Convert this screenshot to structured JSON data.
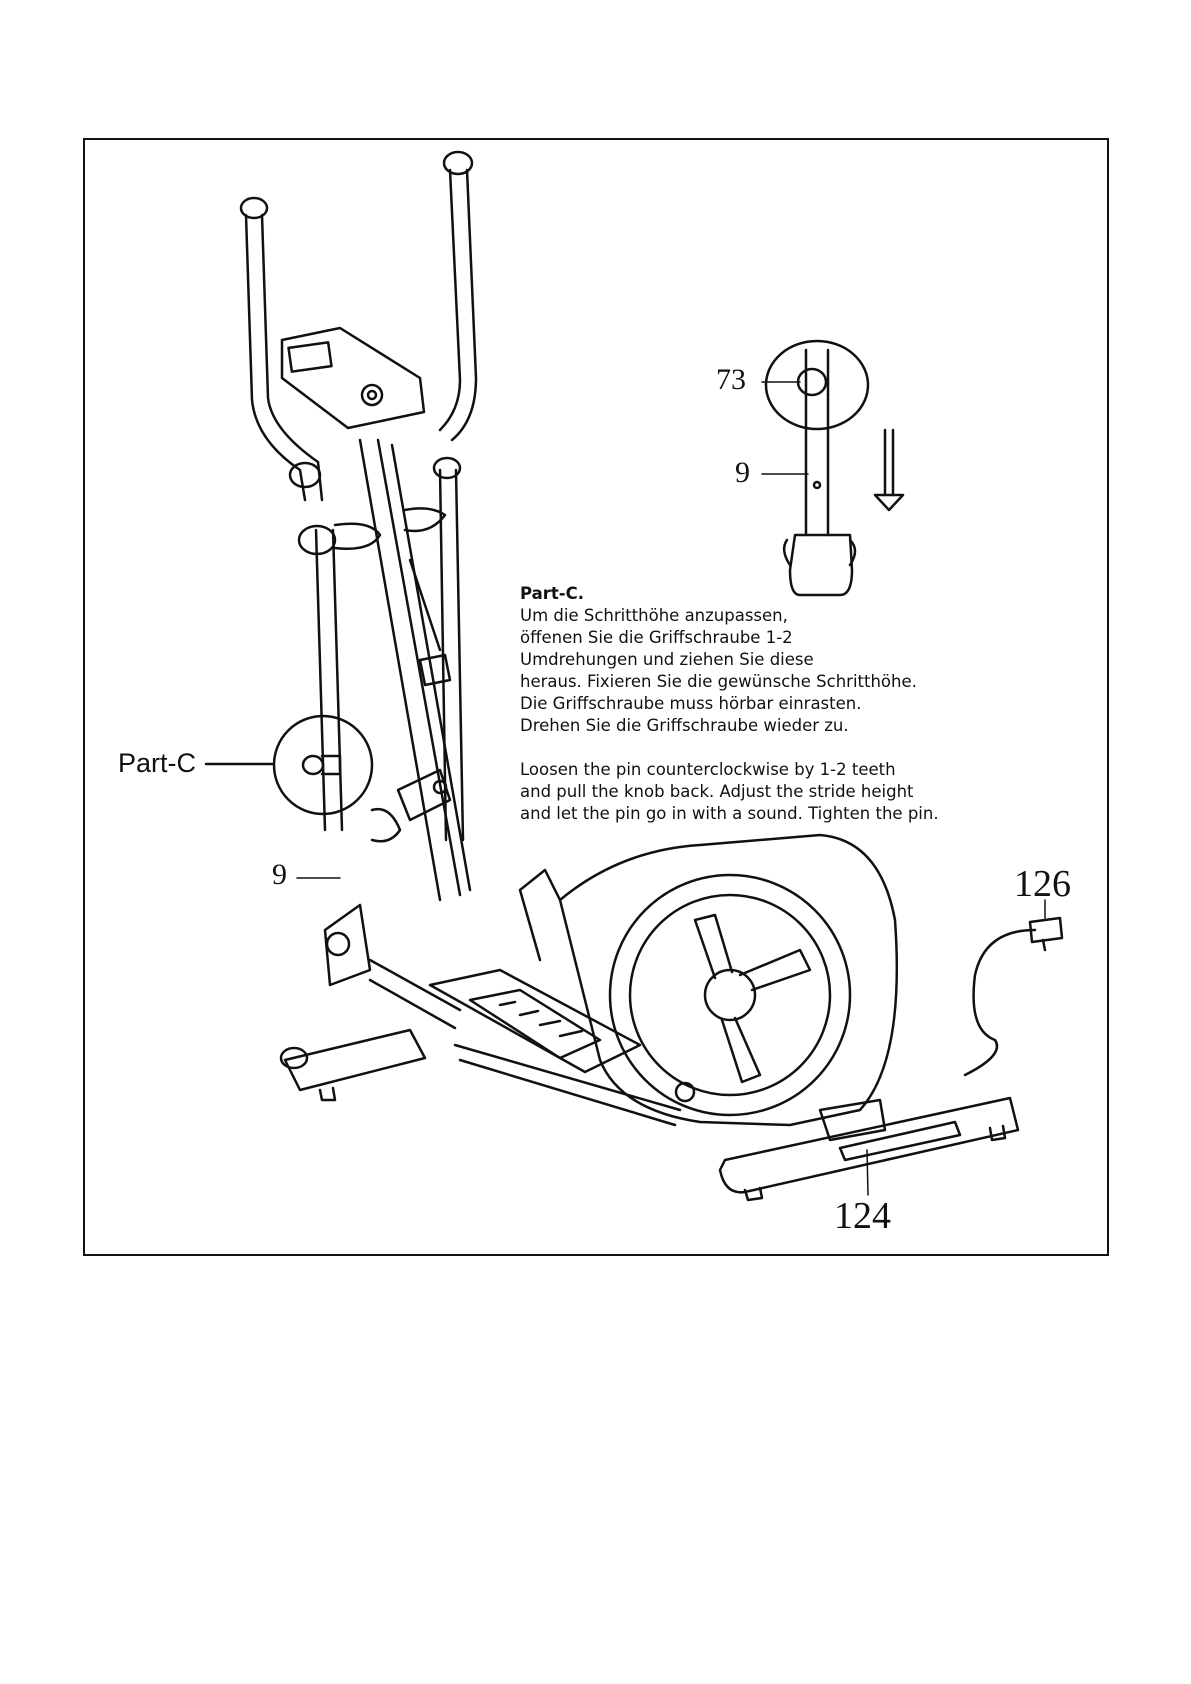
{
  "labels": {
    "part_c": "Part-C",
    "part_9_detail": "9",
    "part_73": "73",
    "part_9_main": "9",
    "part_126": "126",
    "part_124": "124"
  },
  "instructions": {
    "title": "Part-C.",
    "german": "Um die Schritthöhe anzupassen,\nöffenen Sie die Griffschraube 1-2\nUmdrehungen und ziehen Sie diese\nheraus. Fixieren Sie die gewünsche Schritthöhe.\nDie Griffschraube muss hörbar einrasten.\nDrehen Sie die Griffschraube wieder zu.",
    "english": "Loosen the pin counterclockwise by 1-2 teeth\nand pull the knob back. Adjust the stride height\nand let the pin go in with a sound. Tighten the pin."
  }
}
